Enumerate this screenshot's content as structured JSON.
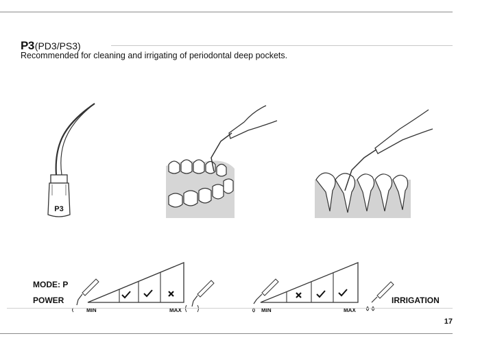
{
  "title": {
    "code": "P3",
    "alt": "(PD3/PS3)"
  },
  "subtitle": "Recommended for cleaning and irrigating of periodontal deep pockets.",
  "illustrations": {
    "tip_label": "P3"
  },
  "power": {
    "mode_label": "MODE: P",
    "label": "POWER",
    "min_label": "MIN",
    "max_label": "MAX",
    "levels": [
      "check",
      "check",
      "cross"
    ]
  },
  "irrigation": {
    "label": "IRRIGATION",
    "min_label": "MIN",
    "max_label": "MAX",
    "levels": [
      "cross",
      "check",
      "check"
    ]
  },
  "page_number": "17"
}
